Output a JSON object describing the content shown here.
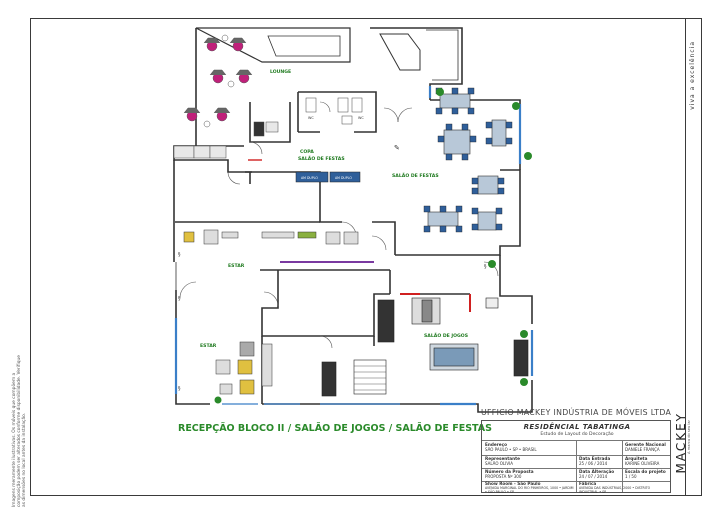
{
  "sidebar": {
    "vertical_text": "viva a excelência",
    "logo": "MACKEY",
    "logo_tagline": "A marca do seu lar"
  },
  "left_note": "Imagens meramente ilustrativas. Os móveis que compõem a composição podem ser alterados conforme disponibilidade. Verifique as dimensões no local antes da instalação.",
  "rooms": {
    "lounge": "LOUNGE",
    "copa": "COPA",
    "copa_sub": "SALÃO DE FESTAS",
    "salao_festas": "SALÃO DE FESTAS",
    "estar_1": "ESTAR",
    "estar_2": "ESTAR",
    "salao_jogos": "SALÃO DE JOGOS",
    "bwc_m": "WC",
    "bwc_f": "WC"
  },
  "plan_title": "RECEPÇÃO BLOCO II / SALÃO DE JOGOS / SALÃO DE FESTAS",
  "title_block": {
    "company": "UFFICIO MACKEY INDÚSTRIA DE MÓVEIS LTDA",
    "project": "RESIDÊNCIAL TABATINGA",
    "subtitle": "Estudo de Layout do Decoração",
    "endereco_label": "Endereço",
    "endereco": "SÃO PAULO • SP • BRASIL",
    "representante_label": "Representante",
    "representante": "SALÃO OLIVIA",
    "proposta_label": "Número da Proposta",
    "proposta": "PROPOSTA Nº 300",
    "showroom_label": "Show Room - São Paulo",
    "showroom": "AVENIDA MARGINAL DO RIO PINHEIROS, 1000 • JARDIM • SÃO PAULO • SP",
    "data_entrada_label": "Data Entrada",
    "data_entrada": "25 / 06 / 2014",
    "data_alteracao_label": "Data Alteração",
    "data_alteracao": "24 / 07 / 2014",
    "fabrica_label": "Fábrica",
    "fabrica": "AVENIDA DAS INDÚSTRIAS, 2000 • DISTRITO INDUSTRIAL • SP",
    "gerente_label": "Gerente Nacional",
    "gerente": "DANIELE FRANÇA",
    "arquiteta_label": "Arquiteta",
    "arquiteta": "KARINE OLIVEIRA",
    "escala_label": "Escala do projeto",
    "escala": "1 / 50"
  },
  "colors": {
    "wall": "#333333",
    "label_green": "#1f7a1f",
    "chair_magenta": "#c0207a",
    "chair_blue": "#2f5f9a",
    "window_blue": "#3a7fc8",
    "accent_red": "#d02020",
    "accent_purple": "#7a3aa0",
    "plant_green": "#2a8a2a"
  }
}
